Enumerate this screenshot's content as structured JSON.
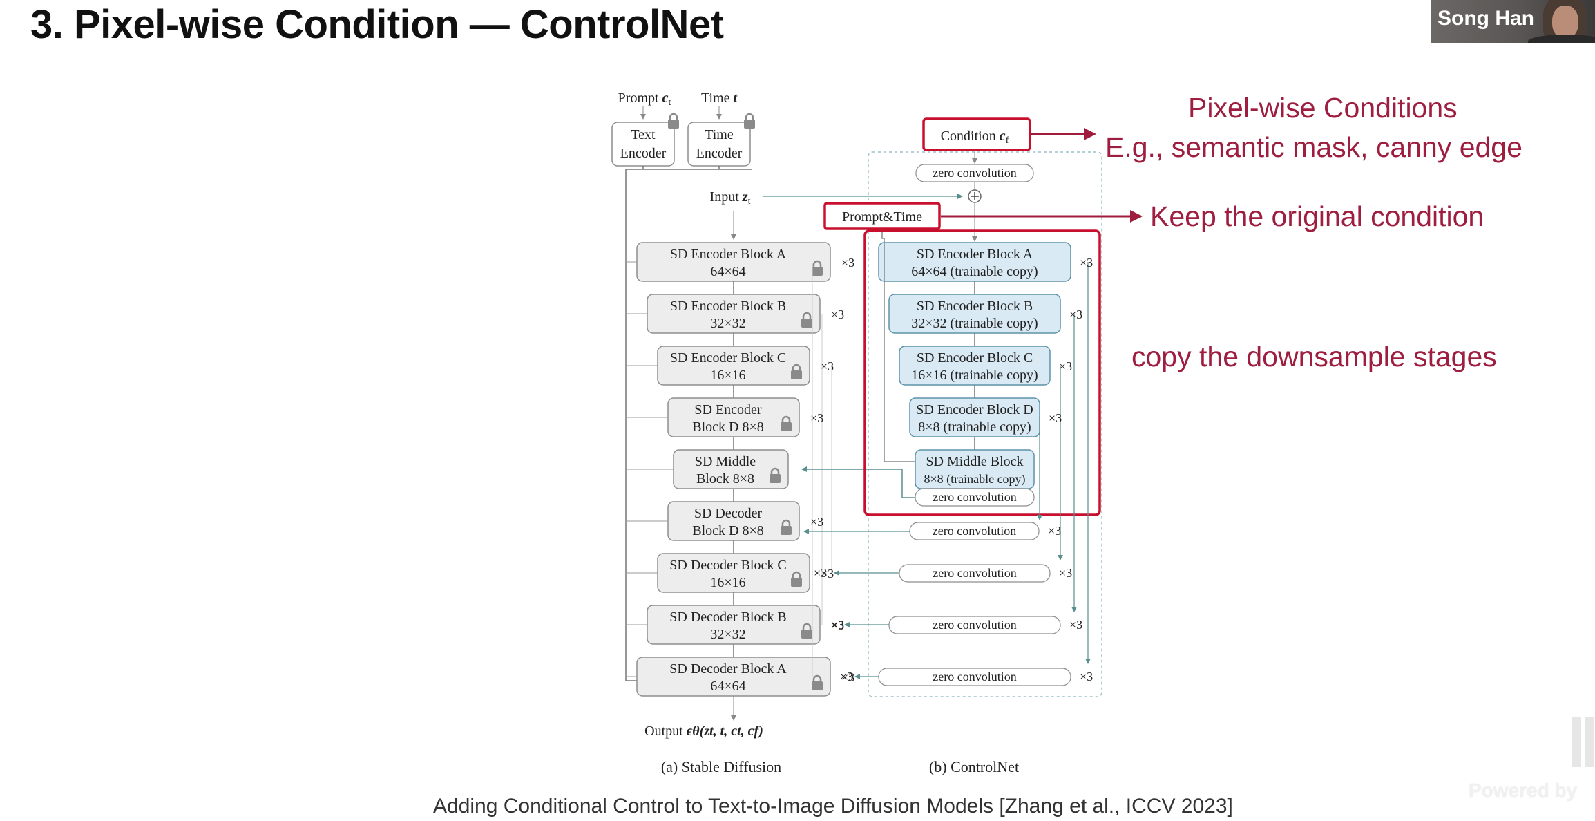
{
  "slide": {
    "title": "3. Pixel-wise Condition — ControlNet",
    "presenter_name": "Song Han",
    "citation": "Adding Conditional Control to Text-to-Image Diffusion Models [Zhang et al., ICCV 2023]",
    "watermark": "Powered by"
  },
  "annotations": {
    "pixel_conditions": "Pixel-wise Conditions",
    "examples": "E.g., semantic mask, canny edge",
    "keep_original": "Keep the original condition",
    "copy_stages": "copy the downsample stages"
  },
  "colors": {
    "annotation_red": "#9d1e3f",
    "highlight_box": "#c8102e",
    "trainable_fill": "#daeaf4",
    "frozen_fill": "#ededed",
    "connector": "#5a8f90"
  },
  "diagram": {
    "prompt_label": "Prompt",
    "prompt_symbol": "c",
    "prompt_sub": "t",
    "time_label": "Time",
    "time_symbol": "t",
    "text_encoder": [
      "Text",
      "Encoder"
    ],
    "time_encoder": [
      "Time",
      "Encoder"
    ],
    "input_label": "Input",
    "input_symbol": "z",
    "input_sub": "t",
    "condition_label": "Condition",
    "condition_symbol": "c",
    "condition_sub": "f",
    "prompt_time": "Prompt&Time",
    "zero_conv": "zero convolution",
    "multiplier": "×3",
    "sd_blocks": [
      [
        "SD Encoder Block A",
        "64×64"
      ],
      [
        "SD Encoder Block B",
        "32×32"
      ],
      [
        "SD Encoder Block C",
        "16×16"
      ],
      [
        "SD Encoder",
        "Block D 8×8"
      ],
      [
        "SD Middle",
        "Block 8×8"
      ],
      [
        "SD Decoder",
        "Block D 8×8"
      ],
      [
        "SD Decoder Block C",
        "16×16"
      ],
      [
        "SD Decoder Block B",
        "32×32"
      ],
      [
        "SD Decoder Block A",
        "64×64"
      ]
    ],
    "cn_blocks": [
      [
        "SD Encoder Block A",
        "64×64 (trainable copy)"
      ],
      [
        "SD Encoder Block B",
        "32×32 (trainable copy)"
      ],
      [
        "SD Encoder Block C",
        "16×16 (trainable copy)"
      ],
      [
        "SD Encoder Block D",
        "8×8 (trainable copy)"
      ],
      [
        "SD Middle Block",
        "8×8 (trainable copy)"
      ]
    ],
    "output_label": "Output",
    "output_expr": "ϵθ(zt, t, ct, cf)",
    "caption_a": "(a) Stable Diffusion",
    "caption_b": "(b) ControlNet"
  }
}
